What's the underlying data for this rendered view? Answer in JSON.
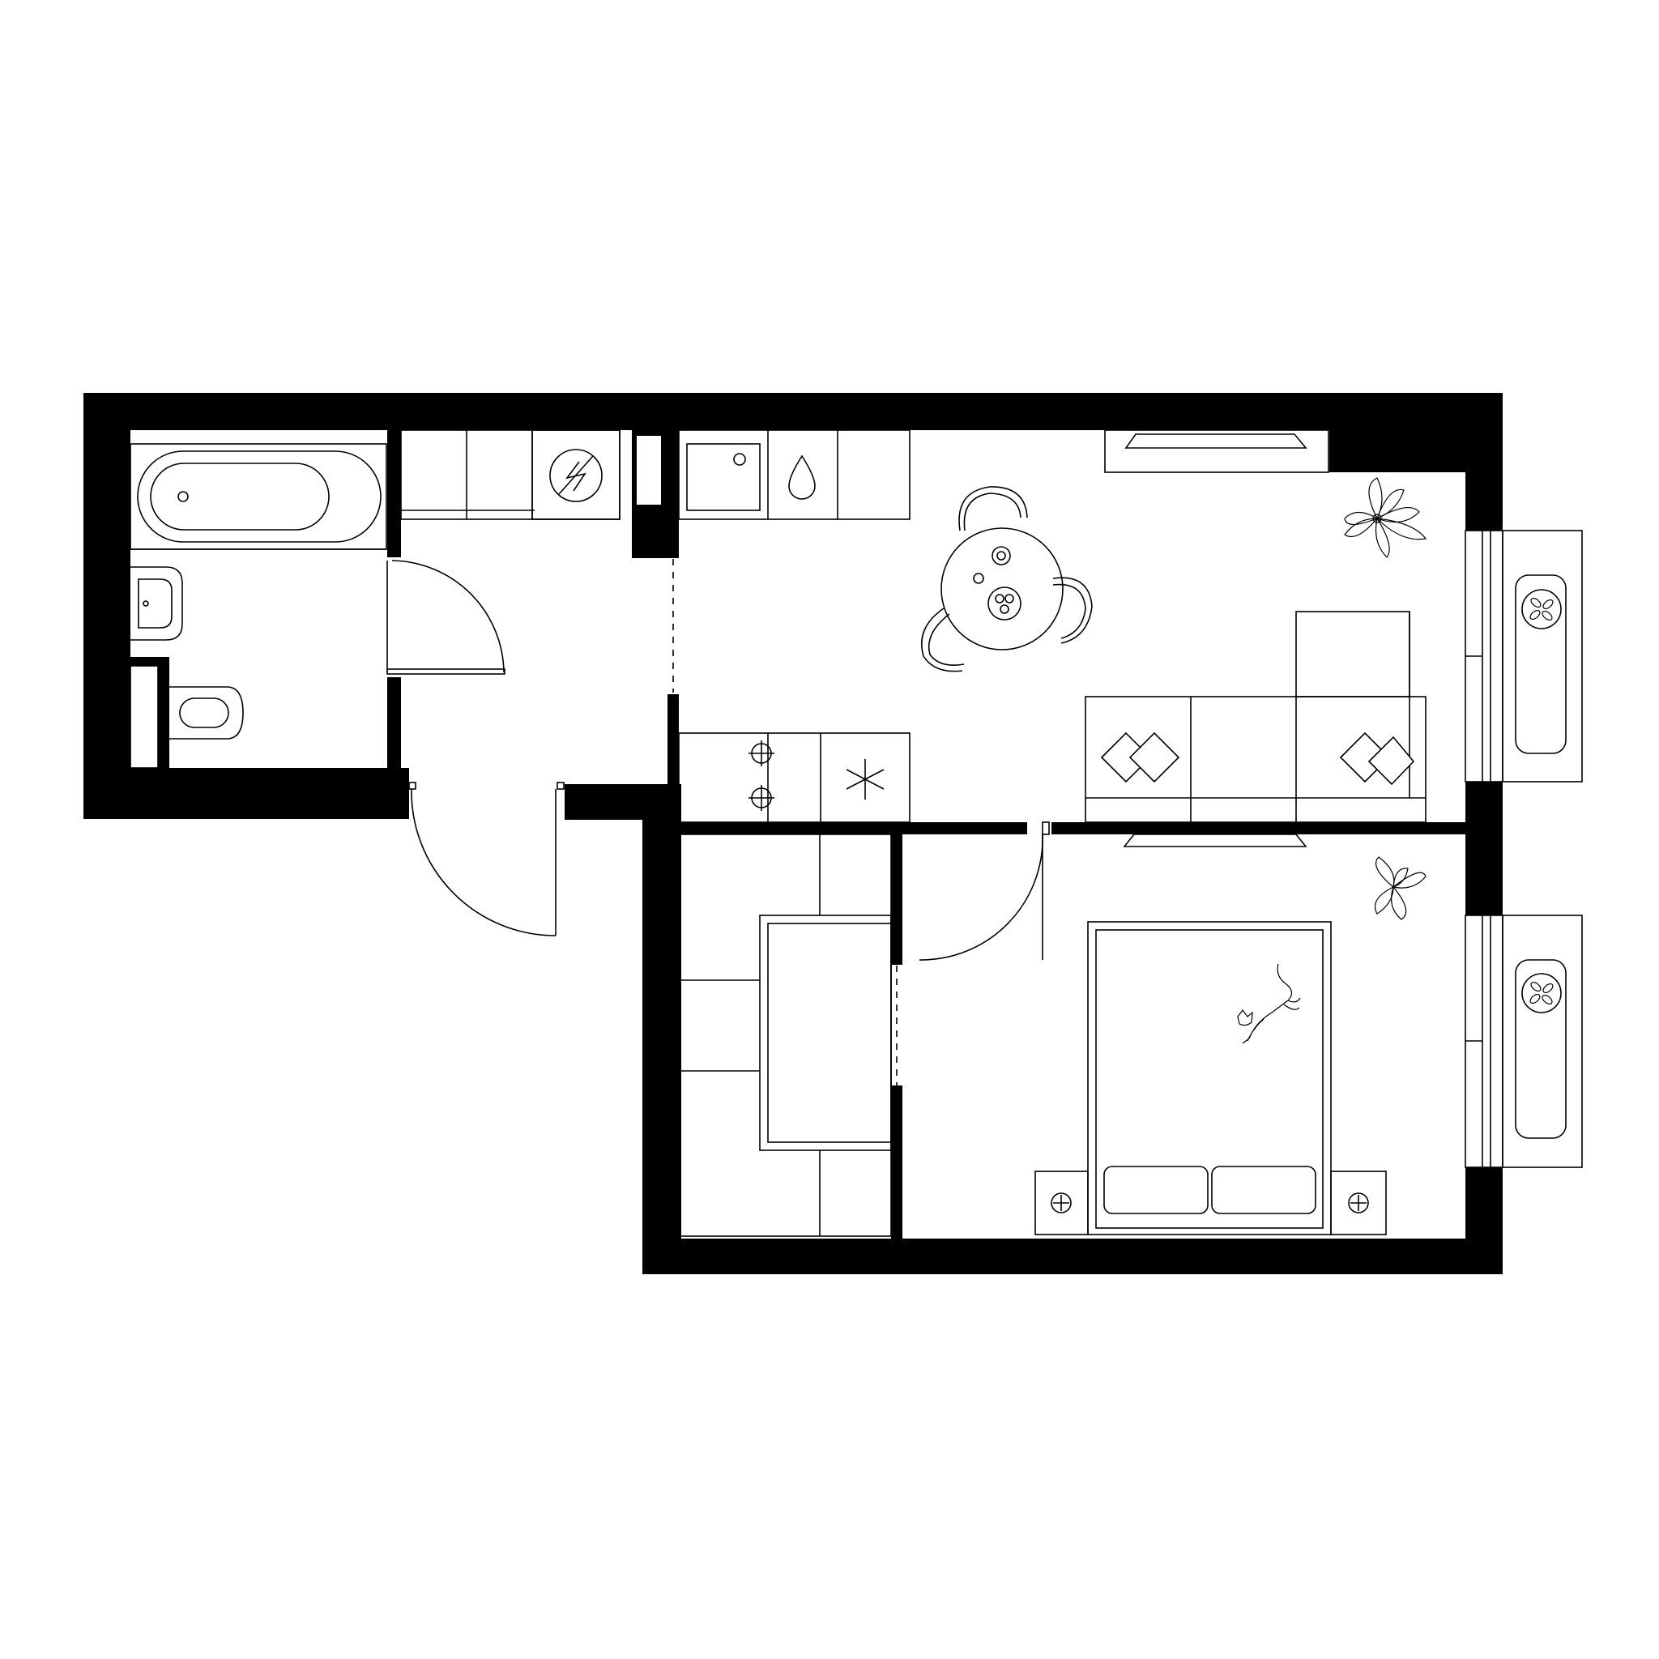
{
  "plan": {
    "rooms": [
      {
        "id": "bathroom",
        "fixtures": [
          "bathtub",
          "washbasin",
          "toilet",
          "laundry-cabinet"
        ]
      },
      {
        "id": "hallway",
        "fixtures": [
          "wardrobe",
          "electric-panel",
          "entrance-door"
        ]
      },
      {
        "id": "kitchen-living",
        "fixtures": [
          "sink",
          "water-heater",
          "stove",
          "freezer",
          "round-table",
          "chairs",
          "sofa",
          "tv",
          "plant"
        ]
      },
      {
        "id": "bedroom",
        "fixtures": [
          "double-bed",
          "nightstands",
          "tv",
          "plant",
          "cat"
        ]
      },
      {
        "id": "walk-in-closet",
        "fixtures": [
          "shelving"
        ]
      },
      {
        "id": "balconies",
        "fixtures": [
          "fan",
          "fan"
        ]
      }
    ]
  }
}
